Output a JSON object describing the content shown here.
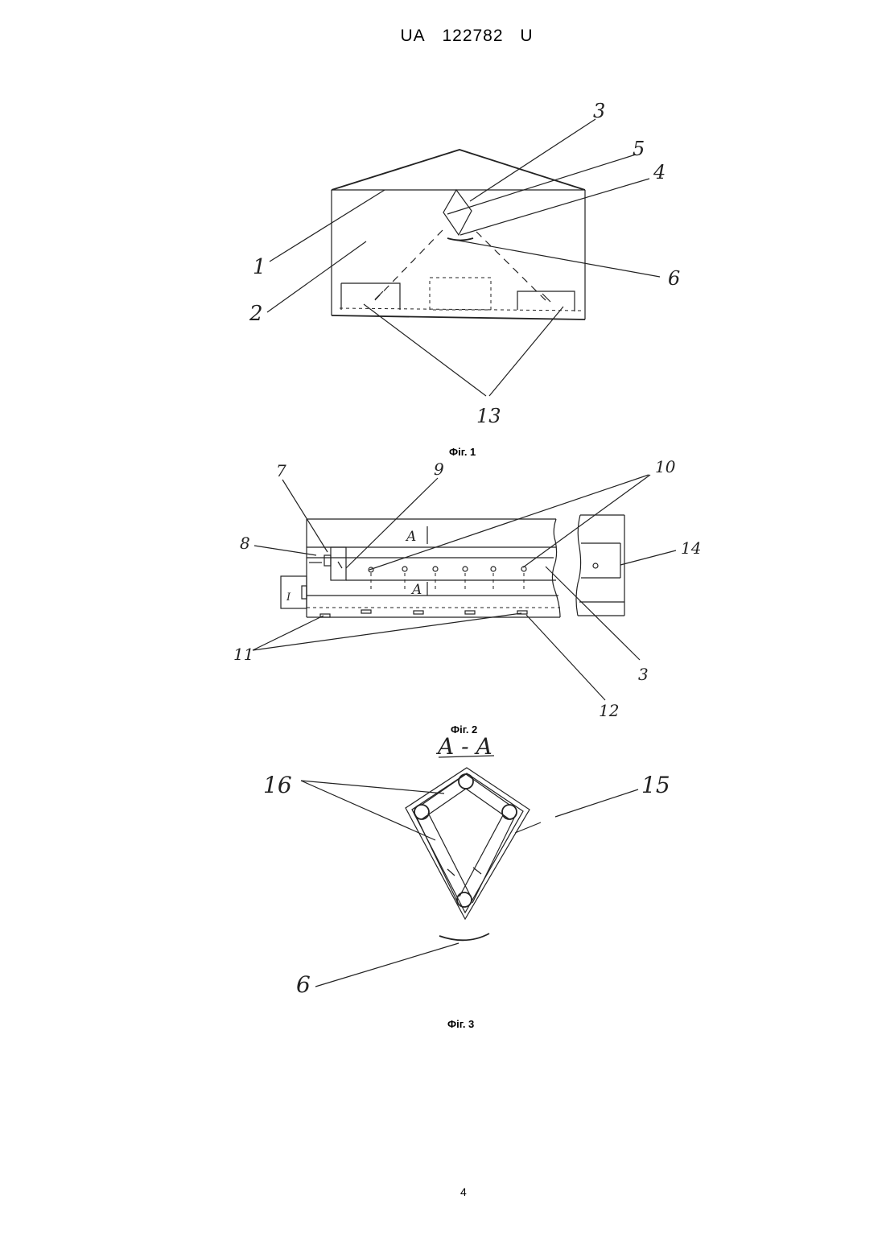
{
  "header": {
    "country_code": "UA",
    "patent_number": "122782",
    "kind_code": "U"
  },
  "figures": {
    "fig1": {
      "caption": "Фіг. 1",
      "labels": {
        "l1": "1",
        "l2": "2",
        "l3": "3",
        "l4": "4",
        "l5": "5",
        "l6": "6",
        "l13": "13"
      }
    },
    "fig2": {
      "caption": "Фіг. 2",
      "labels": {
        "l7": "7",
        "l8": "8",
        "l9": "9",
        "l10": "10",
        "l11": "11",
        "l12": "12",
        "l3": "3",
        "l14": "14",
        "sectionA": "A",
        "markI": "I"
      }
    },
    "fig3": {
      "caption": "Фіг. 3",
      "section_title": "A - A",
      "labels": {
        "l15": "15",
        "l16": "16",
        "l6": "6"
      }
    }
  },
  "page_number": "4"
}
